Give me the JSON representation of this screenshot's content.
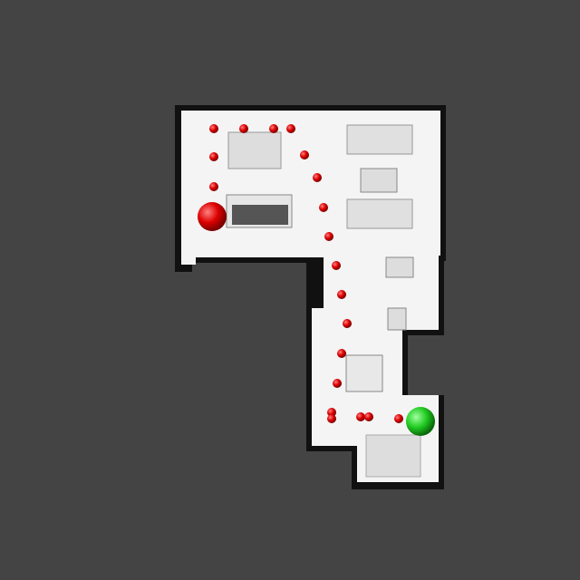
{
  "colors": {
    "background": "#444444",
    "floor": "#f4f4f4",
    "wall_shadow": "#111111",
    "furniture": "#d8d8d8",
    "waypoint": "#dd0000",
    "start_marker": "#dd0000",
    "goal_marker": "#22cc22"
  },
  "markers": {
    "waypoint_count": 20,
    "start": "start-marker",
    "goal": "goal-marker"
  }
}
